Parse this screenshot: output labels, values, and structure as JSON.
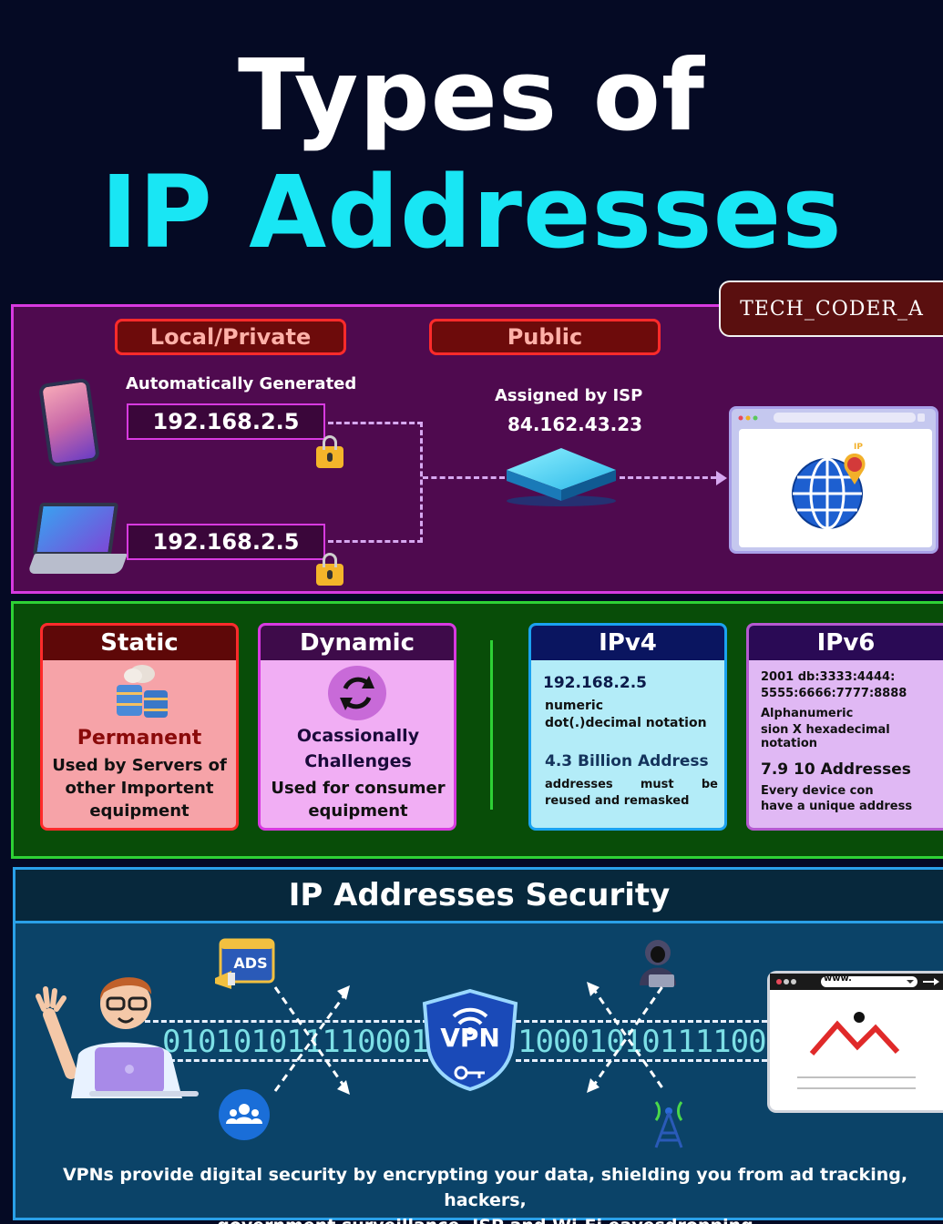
{
  "title": {
    "line1": "Types of",
    "line2": "IP Addresses"
  },
  "watermark": "TECH_CODER_A",
  "network": {
    "local_label": "Local/Private",
    "public_label": "Public",
    "auto_generated": "Automatically Generated",
    "device1_ip": "192.168.2.5",
    "device2_ip": "192.168.2.5",
    "assigned_by": "Assigned by ISP",
    "public_ip": "84.162.43.23",
    "pin_label": "IP"
  },
  "types": {
    "static": {
      "title": "Static",
      "subtitle": "Permanent",
      "desc": "Used by Servers of other Importent equipment"
    },
    "dynamic": {
      "title": "Dynamic",
      "subtitle": "Ocassionally Challenges",
      "desc": "Used for consumer equipment"
    },
    "ipv4": {
      "title": "IPv4",
      "example": "192.168.2.5",
      "format_line1": "numeric",
      "format_line2": "dot(.)decimal notation",
      "count": "4.3 Billion Address",
      "note": "addresses must be reused and remasked"
    },
    "ipv6": {
      "title": "IPv6",
      "example_line1": "2001 db:3333:4444:",
      "example_line2": "5555:6666:7777:8888",
      "format_line1": "Alphanumeric",
      "format_line2": "sion X hexadecimal notation",
      "count": "7.9 10 Addresses",
      "note_line1": "Every device con",
      "note_line2": "have a unique address"
    }
  },
  "security": {
    "title": "IP Addresses Security",
    "binary_left": "0101010111100010101",
    "binary_right": "1000101011110001",
    "vpn_label": "VPN",
    "ads_label": "ADS",
    "url_label": "www.",
    "footer_line1": "VPNs provide digital security by encrypting your data, shielding you from ad tracking, hackers,",
    "footer_line2": "government surveillance. ISP and Wi-Fi eavesdropping"
  },
  "colors": {
    "background": "#050a24",
    "title_accent": "#19e6f4",
    "section1": "#4f0a4f",
    "section2": "#084d08",
    "section3": "#0b4368"
  }
}
